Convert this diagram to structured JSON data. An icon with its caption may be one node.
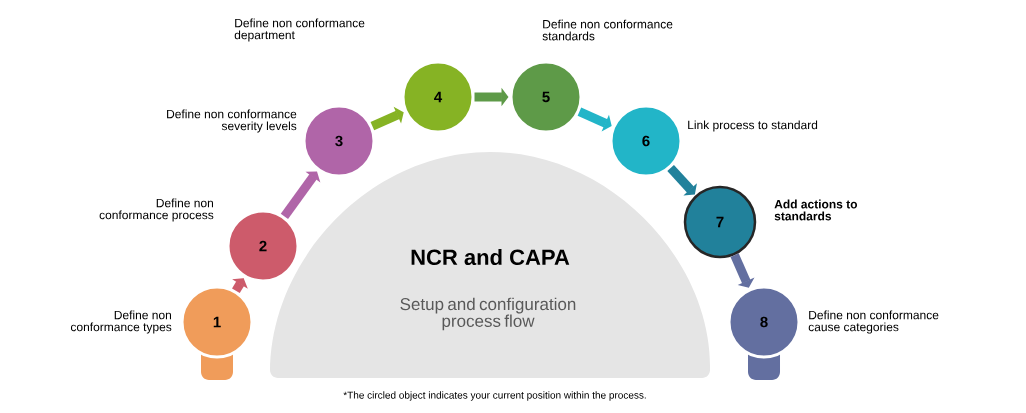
{
  "diagram": {
    "caption": "*The circled object indicates your current position within the process.",
    "nodes": [
      {
        "text": [
          "NCR and CAPA",
          "Setup and configuration process flow"
        ]
      },
      {
        "text": [
          "1"
        ],
        "beside": [
          "Define non conformance types"
        ]
      },
      {
        "text": [
          "2"
        ],
        "beside": [
          "Define non conformance process"
        ]
      },
      {
        "text": [
          "3"
        ],
        "beside": [
          "Define non conformance severity levels"
        ]
      },
      {
        "text": [
          "4"
        ],
        "beside": [
          "Define non conformance department"
        ]
      },
      {
        "text": [
          "5"
        ],
        "beside": [
          "Define non conformance standards"
        ]
      },
      {
        "text": [
          "6"
        ],
        "beside": [
          "Link process to standard"
        ]
      },
      {
        "text": [
          "7"
        ],
        "beside": [
          "Add actions to standards"
        ]
      },
      {
        "text": [
          "8"
        ],
        "beside": [
          "Define non conformance cause categories"
        ]
      }
    ],
    "edges": [
      {
        "from": 1,
        "to": 2,
        "arrow": "to",
        "color": "#cd5b6b"
      },
      {
        "from": 2,
        "to": 3,
        "arrow": "to",
        "color": "#b065a8"
      },
      {
        "from": 3,
        "to": 4,
        "arrow": "to",
        "color": "#86b324"
      },
      {
        "from": 4,
        "to": 5,
        "arrow": "to",
        "color": "#5e9a48"
      },
      {
        "from": 5,
        "to": 6,
        "arrow": "to",
        "color": "#22b5c8"
      },
      {
        "from": 6,
        "to": 7,
        "arrow": "to",
        "color": "#21819b"
      },
      {
        "from": 7,
        "to": 8,
        "arrow": "to",
        "color": "#636fa0"
      }
    ]
  }
}
